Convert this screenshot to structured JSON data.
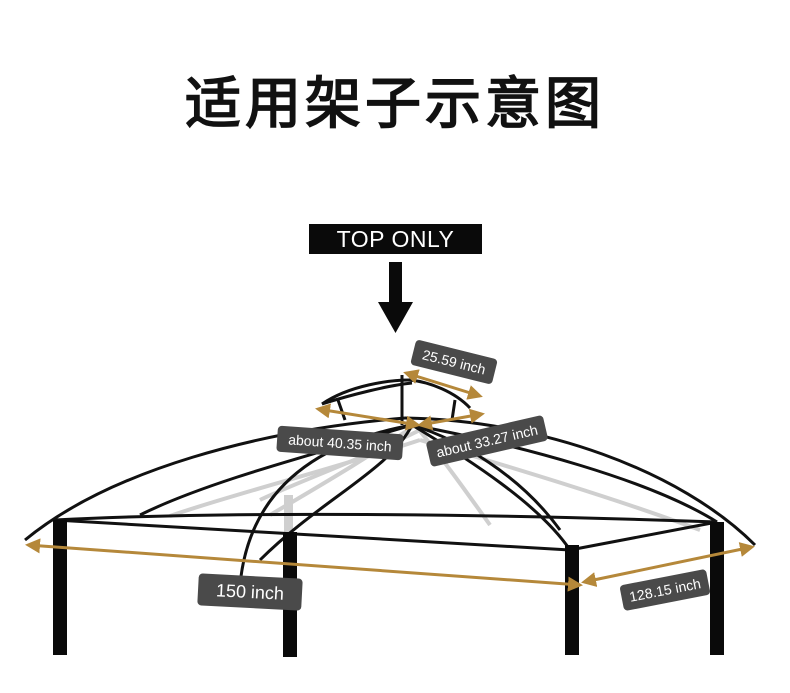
{
  "title": "适用架子示意图",
  "banner": "TOP ONLY",
  "dimensions": {
    "top_width": "25.59 inch",
    "diag_left": "about 40.35 inch",
    "diag_right": "about 33.27 inch",
    "length": "150 inch",
    "width": "128.15 inch"
  },
  "colors": {
    "frame": "#111111",
    "arrow": "#b5883a",
    "label_bg": "#4a4a4a",
    "back_frame": "#c8c8c8"
  }
}
